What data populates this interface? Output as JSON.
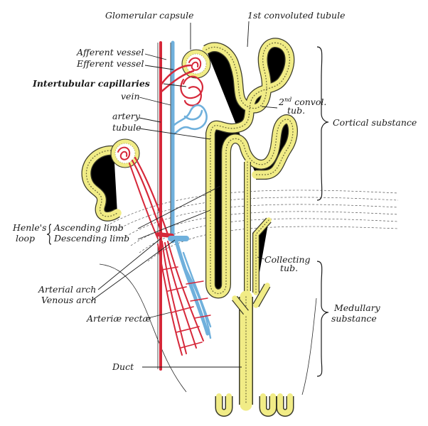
{
  "labels": {
    "glomerular_capsule": "Glomerular capsule",
    "first_convoluted_tubule": "1st convoluted tubule",
    "afferent_vessel": "Afferent vessel",
    "efferent_vessel": "Efferent vessel",
    "intertubular_capillaries": "Intertubular capillaries",
    "vein": "vein",
    "artery": "artery",
    "tubule": "tubule",
    "second_convol_prefix": "2",
    "second_convol_sup": "nd",
    "second_convol_line1": " convol.",
    "second_convol_line2": "tub.",
    "cortical_substance": "Cortical substance",
    "henles_line1": "Henle's",
    "henles_line2": "loop",
    "ascending_limb": "Ascending limb",
    "descending_limb": "Descending limb",
    "collecting_line1": "Collecting",
    "collecting_line2": "tub.",
    "arterial_arch": "Arterial arch",
    "venous_arch": "Venous arch",
    "medullary_line1": "Medullary",
    "medullary_line2": "substance",
    "arteriae_rectae": "Arteriæ rectæ",
    "duct": "Duct"
  },
  "colors": {
    "tubule_fill": "#f1ec86",
    "artery": "#d6283a",
    "vein": "#6fb0dc",
    "ink": "#1a1a1a"
  }
}
